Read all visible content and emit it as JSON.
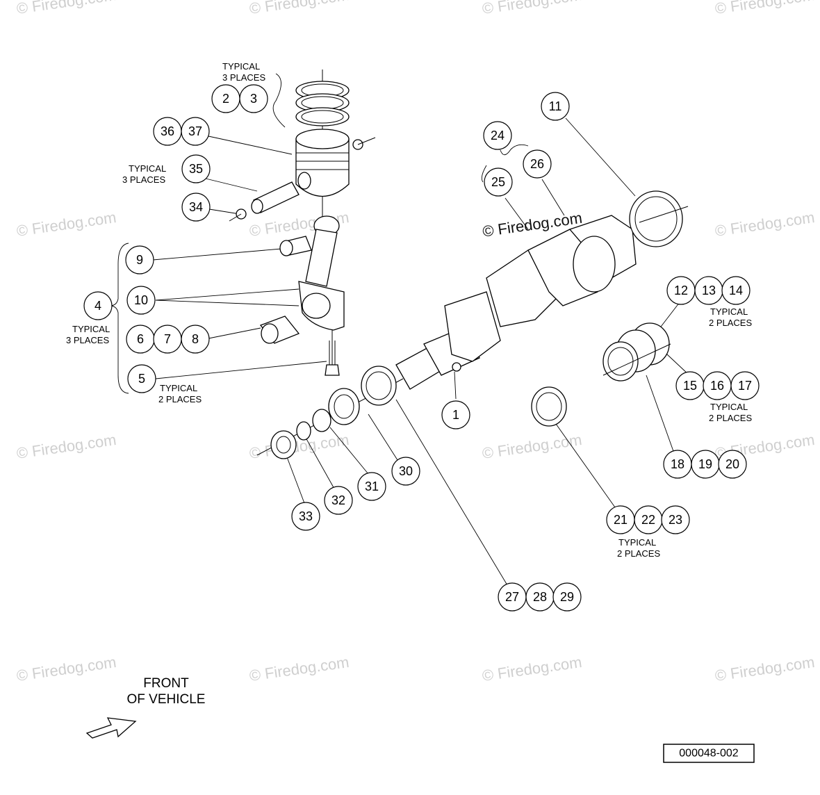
{
  "watermark": "© Firedog.com",
  "notes": {
    "typical_3_places_a": [
      "TYPICAL",
      "3 PLACES"
    ],
    "typical_3_places_b": [
      "TYPICAL",
      "3 PLACES"
    ],
    "typical_3_places_c": [
      "TYPICAL",
      "3 PLACES"
    ],
    "typical_2_places_a": [
      "TYPICAL",
      "2 PLACES"
    ],
    "typical_2_places_b": [
      "TYPICAL",
      "2 PLACES"
    ],
    "typical_2_places_c": [
      "TYPICAL",
      "2 PLACES"
    ],
    "typical_2_places_d": [
      "TYPICAL",
      "2 PLACES"
    ]
  },
  "callouts": [
    "1",
    "2",
    "3",
    "4",
    "5",
    "6",
    "7",
    "8",
    "9",
    "10",
    "11",
    "12",
    "13",
    "14",
    "15",
    "16",
    "17",
    "18",
    "19",
    "20",
    "21",
    "22",
    "23",
    "24",
    "25",
    "26",
    "27",
    "28",
    "29",
    "30",
    "31",
    "32",
    "33",
    "34",
    "35",
    "36",
    "37"
  ],
  "front_label": [
    "FRONT",
    "OF VEHICLE"
  ],
  "reference_number": "000048-002"
}
